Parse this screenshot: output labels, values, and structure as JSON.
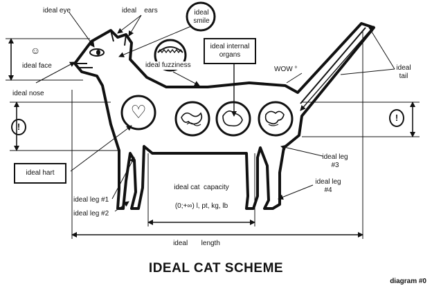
{
  "title": "IDEAL CAT SCHEME",
  "footnote": "diagram #0",
  "labels": {
    "eye": "ideal eye",
    "ears": "ideal    ears",
    "smile": "ideal smile",
    "face": "ideal face",
    "nose": "ideal nose",
    "fuzziness": "ideal fuzziness",
    "organs": "ideal internal organs",
    "wow": "WOW °",
    "tail": "ideal tail",
    "hart": "ideal hart",
    "leg1": "ideal leg #1",
    "leg2": "ideal leg #2",
    "leg3": "ideal leg #3",
    "leg4": "ideal leg #4",
    "capacity": "ideal cat  capacity",
    "capacity_range": "(0;+∞) l, pt, kg, lb",
    "length": "ideal       length"
  },
  "icons": {
    "smiley": "☺",
    "heart": "♡",
    "warning": "!"
  },
  "colors": {
    "ink": "#111111",
    "paper": "#ffffff"
  }
}
